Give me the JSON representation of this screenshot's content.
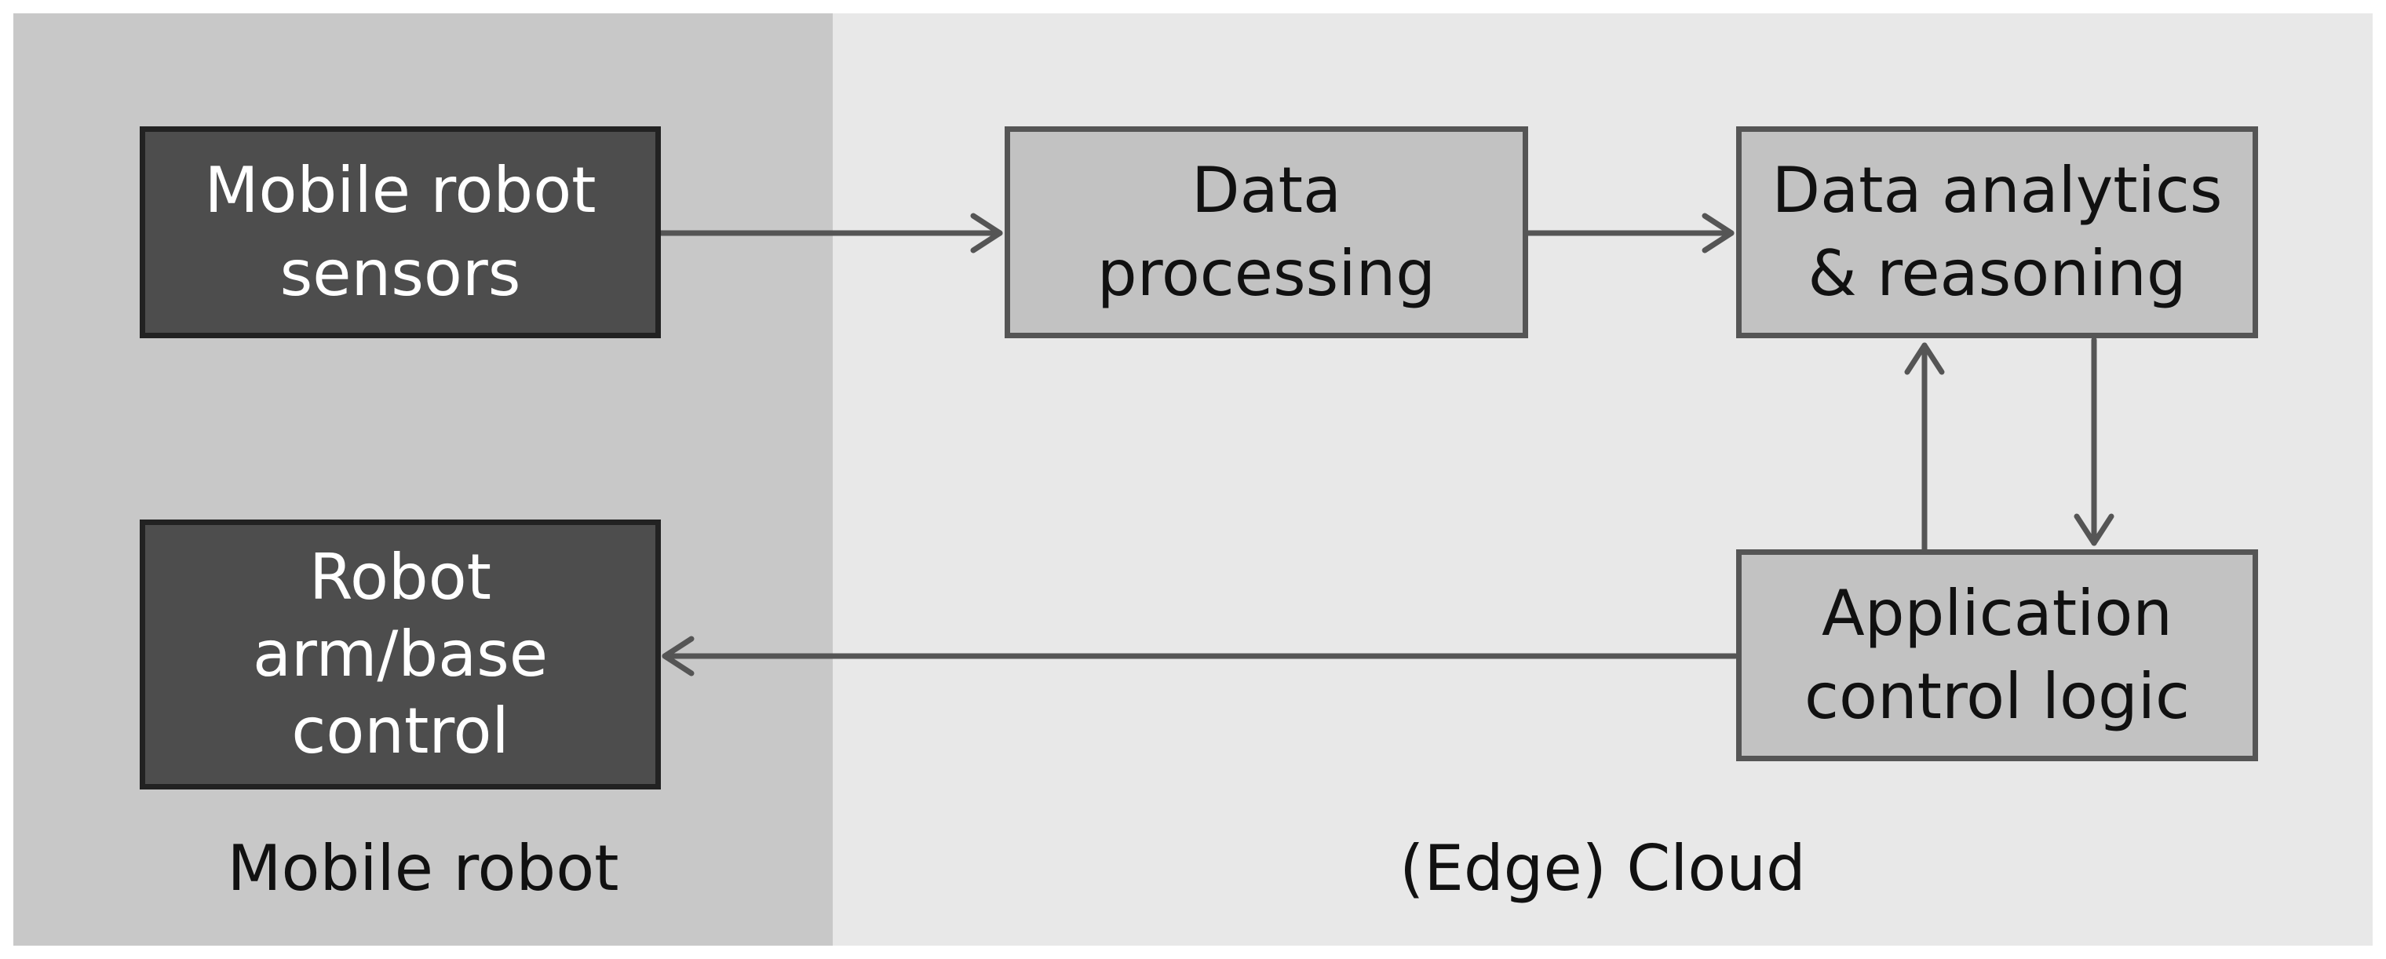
{
  "regions": {
    "robot": "Mobile robot",
    "cloud": "(Edge) Cloud"
  },
  "boxes": {
    "sensors": [
      "Mobile robot",
      "sensors"
    ],
    "processing": [
      "Data",
      "processing"
    ],
    "analytics": [
      "Data analytics",
      "& reasoning"
    ],
    "control_logic": [
      "Application",
      "control logic"
    ],
    "arm_control": [
      "Robot",
      "arm/base",
      "control"
    ]
  },
  "colors": {
    "robot_region": "#c8c8c8",
    "cloud_region": "#e8e8e8",
    "dark_box": "#4d4d4d",
    "light_box": "#c2c2c2",
    "arrow": "#555555"
  }
}
